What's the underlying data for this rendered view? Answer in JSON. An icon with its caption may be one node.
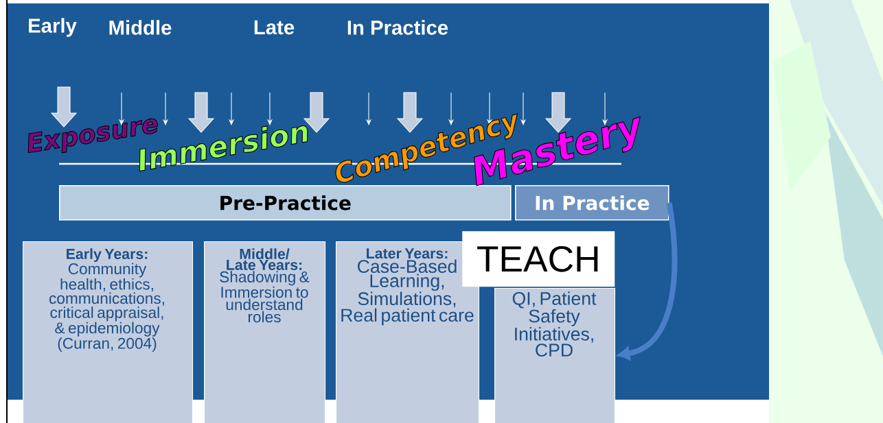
{
  "diagram": {
    "nodes": [
      {
        "text": [
          "Pre-Practice"
        ]
      },
      {
        "text": [
          "In Practice"
        ]
      },
      {
        "text": [
          "Early Years:",
          "Community health, ethics, communications, critical appraisal, & epidemiology (Curran, 2004)"
        ]
      },
      {
        "text": [
          "Middle/ Late Years:",
          "Shadowing & Immersion to understand roles"
        ]
      },
      {
        "text": [
          "Later Years:",
          "Case-Based Learning, Simulations, Real patient care"
        ]
      },
      {
        "text": [
          "QI, Patient Safety Initiatives, CPD"
        ]
      },
      {
        "text": [
          "TEACH"
        ]
      }
    ],
    "edges": [
      {
        "from": 1,
        "to": 5,
        "arrow": "to"
      }
    ],
    "labels": [
      "Early",
      "Middle",
      "Late",
      "In Practice",
      "Exposure",
      "Immersion",
      "Competency",
      "Mastery"
    ]
  }
}
